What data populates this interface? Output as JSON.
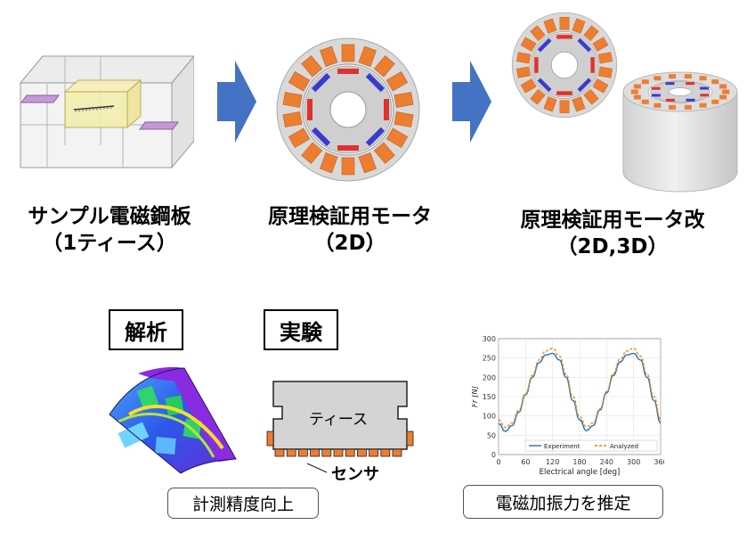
{
  "stages": [
    {
      "line1": "サンプル電磁鋼板",
      "line2": "（1ティース）"
    },
    {
      "line1": "原理検証用モータ",
      "line2": "（2D）"
    },
    {
      "line1": "原理検証用モータ改",
      "line2": "（2D,3D）"
    }
  ],
  "methods": {
    "analysis": "解析",
    "experiment": "実験"
  },
  "experiment_diagram": {
    "tooth_label": "ティース",
    "sensor_label": "センサ"
  },
  "outcomes": {
    "left": "計測精度向上",
    "right": "電磁加振力を推定"
  },
  "colors": {
    "arrow": "#4472C4",
    "coil": "#ED7D31",
    "magnet_red": "#E0322E",
    "magnet_blue": "#3A3ACF",
    "stator": "#D9D9D9"
  },
  "chart_data": {
    "type": "line",
    "xlabel": "Electrical angle [deg]",
    "ylabel": "Fr [N]",
    "xlim": [
      0,
      360
    ],
    "ylim": [
      0,
      300
    ],
    "xticks": [
      0,
      60,
      120,
      180,
      240,
      300,
      360
    ],
    "yticks": [
      0,
      50,
      100,
      150,
      200,
      250,
      300
    ],
    "legend_position": "bottom",
    "series": [
      {
        "name": "Experiment",
        "color": "#1f77b4",
        "style": "solid",
        "x": [
          0,
          15,
          30,
          45,
          60,
          75,
          90,
          105,
          120,
          135,
          150,
          165,
          180,
          195,
          210,
          225,
          240,
          255,
          270,
          285,
          300,
          315,
          330,
          345,
          360
        ],
        "y": [
          80,
          60,
          75,
          110,
          155,
          200,
          238,
          258,
          262,
          245,
          200,
          140,
          90,
          62,
          75,
          115,
          160,
          205,
          240,
          258,
          262,
          245,
          200,
          140,
          82
        ]
      },
      {
        "name": "Analyzed",
        "color": "#ff7f0e",
        "style": "dashed",
        "x": [
          0,
          15,
          30,
          45,
          60,
          75,
          90,
          105,
          120,
          135,
          150,
          165,
          180,
          195,
          210,
          225,
          240,
          255,
          270,
          285,
          300,
          315,
          330,
          345,
          360
        ],
        "y": [
          90,
          70,
          82,
          115,
          158,
          205,
          245,
          268,
          275,
          255,
          208,
          150,
          98,
          72,
          82,
          118,
          163,
          210,
          248,
          268,
          275,
          255,
          208,
          150,
          92
        ]
      }
    ]
  }
}
